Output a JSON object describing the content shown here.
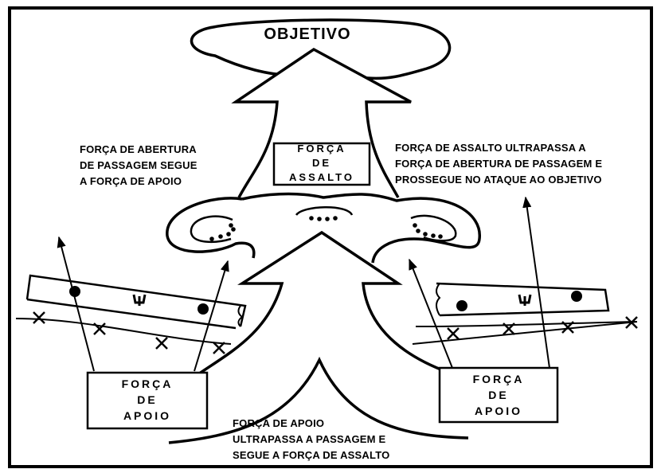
{
  "diagram": {
    "objective_label": "OBJETIVO",
    "assault_force": {
      "lines": [
        "FORÇA",
        "DE",
        "ASSALTO"
      ]
    },
    "support_force_left": {
      "lines": [
        "FORÇA",
        "DE",
        "APOIO"
      ]
    },
    "support_force_right": {
      "lines": [
        "FORÇA",
        "DE",
        "APOIO"
      ]
    },
    "annotation_left": {
      "lines": [
        "FORÇA DE ABERTURA",
        "DE PASSAGEM SEGUE",
        "A FORÇA DE APOIO"
      ]
    },
    "annotation_right": {
      "lines": [
        "FORÇA DE ASSALTO ULTRAPASSA A",
        "FORÇA DE ABERTURA DE PASSAGEM E",
        "PROSSEGUE NO ATAQUE AO OBJETIVO"
      ]
    },
    "annotation_bottom": {
      "lines": [
        "FORÇA DE APOIO",
        "ULTRAPASSA A PASSAGEM E",
        "SEGUE A FORÇA DE ASSALTO"
      ]
    }
  }
}
